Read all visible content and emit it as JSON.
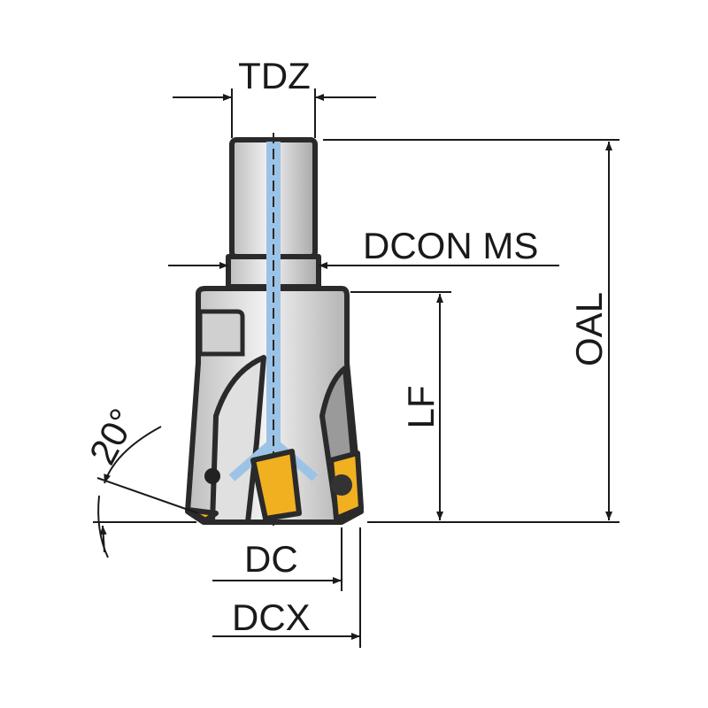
{
  "labels": {
    "tdz": "TDZ",
    "dcon_ms": "DCON MS",
    "oal": "OAL",
    "lf": "LF",
    "angle": "20°",
    "dc": "DC",
    "dcx": "DCX"
  },
  "colors": {
    "body": "#d9d9d9",
    "coolant": "#9cc3e6",
    "insert": "#f0b020",
    "outline": "#2a2a2a"
  }
}
